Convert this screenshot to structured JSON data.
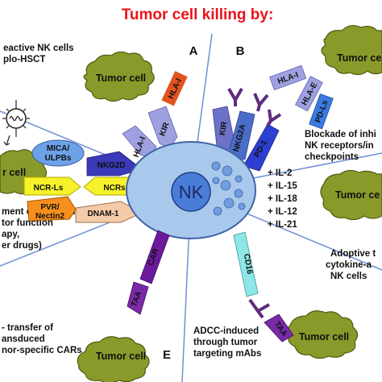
{
  "title": "Tumor cell killing by:",
  "panels": {
    "a": "A",
    "b": "B",
    "e": "E"
  },
  "nk_label": "NK",
  "tumor_label": "Tumor cell",
  "tumor_label_cut": "r cell",
  "tumor_label_right": "Tumor ce",
  "captions": {
    "a_line1": "eactive NK cells",
    "a_line2": "plo-HSCT",
    "b_line1": "Blockade of inhi",
    "b_line2": "NK receptors/in",
    "b_line3": "checkpoints",
    "c_line1": "ment of activating",
    "c_line2": "tor function",
    "c_line3": "apy,",
    "c_line4": "er drugs)",
    "d_line1": "Adoptive t",
    "d_line2": "cytokine-a",
    "d_line3": "NK cells",
    "e_line1": "- transfer of",
    "e_line2": "ansduced",
    "e_line3": "nor-specific CARs",
    "f_line1": "ADCC-induced",
    "f_line2": "through tumor",
    "f_line3": "targeting mAbs"
  },
  "molecules": {
    "hla_i": "HLA-I",
    "hla_i_nk": "HLA-I",
    "kir": "KIR",
    "kir_b": "KIR",
    "nkg2a": "NKG2A",
    "pd1": "PD-1",
    "hla_i_b": "HLA-I",
    "hla_e": "HLA-E",
    "pd_ls": "PD-Ls",
    "mica": "MICA/",
    "ulpbs": "ULPBs",
    "nkg2d": "NKG2D",
    "ncr_ls": "NCR-Ls",
    "ncrs": "NCRs",
    "pvr": "PVR/",
    "nectin": "Nectin2",
    "dnam": "DNAM-1",
    "car": "CAR",
    "taa": "TAA",
    "taa_f": "TAA",
    "cd16": "CD16"
  },
  "cytokines": [
    "+ IL-2",
    "+ IL-15",
    "+ IL-18",
    "+ IL-12",
    "+ IL-21"
  ],
  "colors": {
    "title": "#e8141b",
    "nk_cell": "#a9c9ec",
    "nk_outline": "#3f63a8",
    "tumor_cell": "#8a9a2a",
    "tumor_outline": "#4d5a10",
    "hla_i": "#e2531f",
    "kir": "#9fa0e0",
    "nkg2a": "#4a6dc8",
    "pd1": "#2c3fd0",
    "mica": "#6da1e8",
    "nkg2d": "#3a39b8",
    "ncr_ls": "#f6f22a",
    "ncrs": "#f6f22a",
    "pvr": "#f78f1e",
    "dnam": "#f3cba8",
    "car": "#6b1a9c",
    "taa": "#7a2aa8",
    "cd16": "#8fe6e6",
    "antibody": "#5e2c7e",
    "divider": "#6f8fd6"
  }
}
